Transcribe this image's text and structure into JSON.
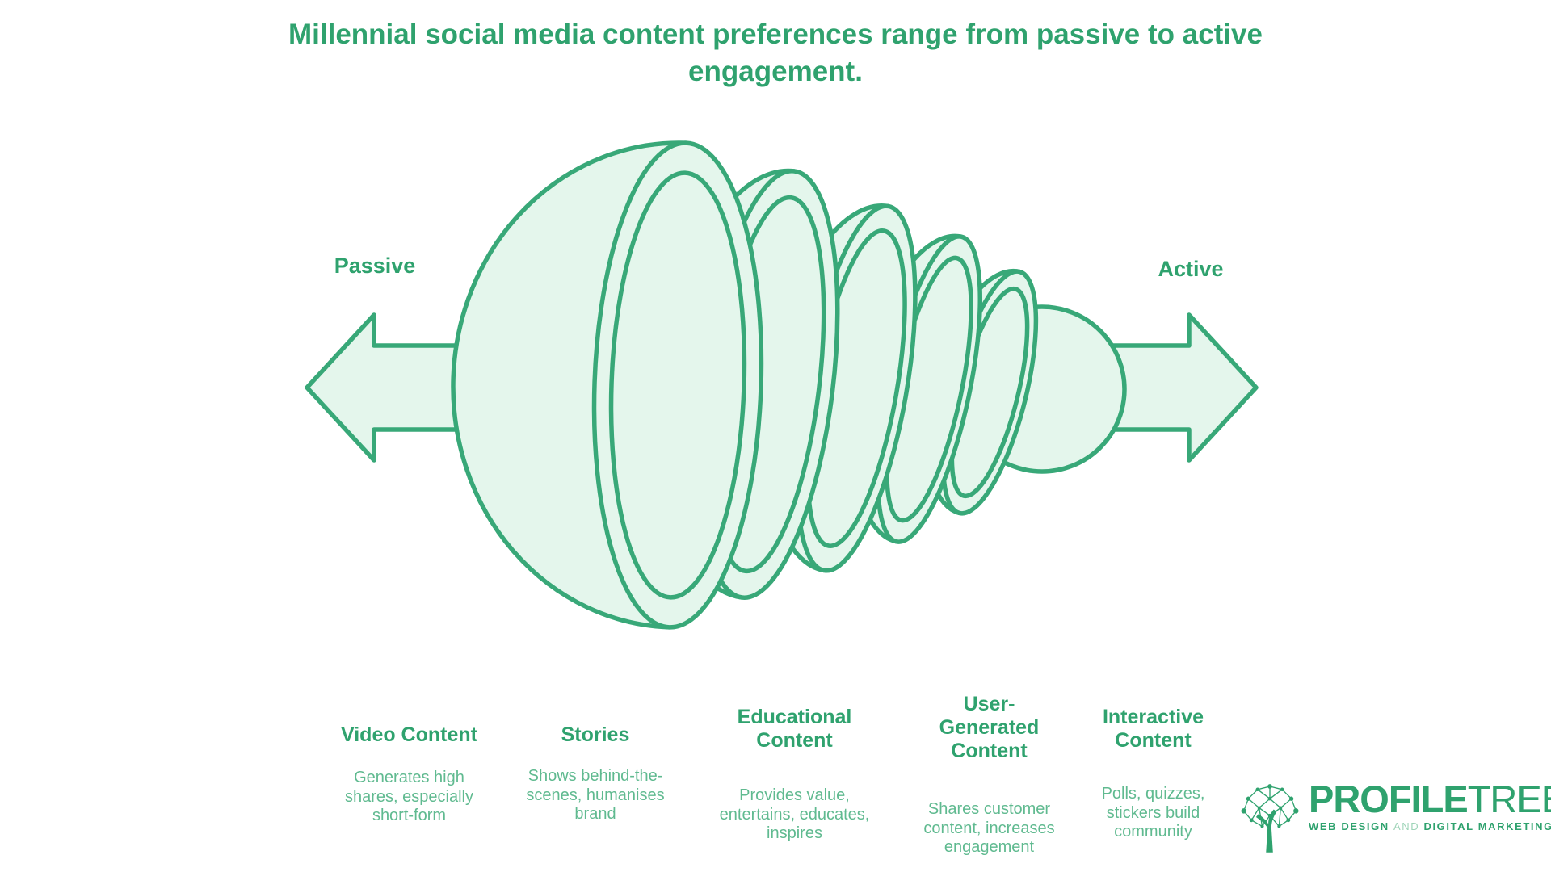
{
  "title": "Millennial social media content preferences range from passive to active engagement.",
  "spectrum": {
    "left": "Passive",
    "right": "Active"
  },
  "categories": [
    {
      "name": "Video Content",
      "description": "Generates high shares, especially short-form"
    },
    {
      "name": "Stories",
      "description": "Shows behind-the-scenes, humanises brand"
    },
    {
      "name": "Educational Content",
      "description": "Provides value, entertains, educates, inspires"
    },
    {
      "name": "User-Generated Content",
      "description": "Shares customer content, increases engagement"
    },
    {
      "name": "Interactive Content",
      "description": "Polls, quizzes, stickers build community"
    }
  ],
  "logo": {
    "brand_primary": "PROFILE",
    "brand_secondary": "TREE",
    "tagline_lead": "WEB DESIGN",
    "tagline_conjunction": "AND",
    "tagline_tail": "DIGITAL MARKETING"
  },
  "colors": {
    "accent_green": "#2fa26e",
    "stroke_green": "#38a878",
    "fill_mint": "#e4f6ec",
    "light_text_green": "#60ba90"
  }
}
